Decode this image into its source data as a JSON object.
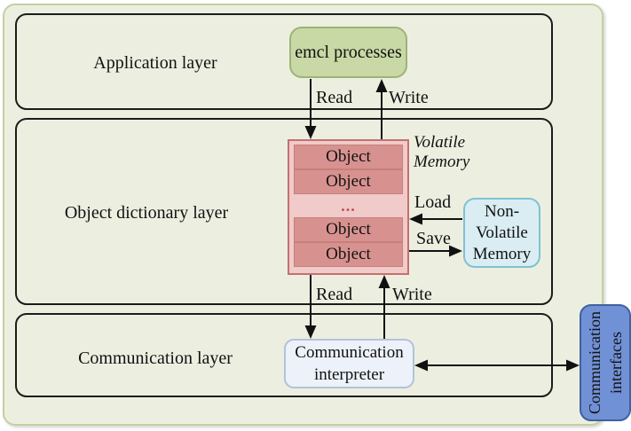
{
  "figure": {
    "layers": [
      {
        "label": "Application layer"
      },
      {
        "label": "Object dictionary layer"
      },
      {
        "label": "Communication layer"
      }
    ],
    "nodes": {
      "emcl_processes": "emcl processes",
      "volatile_memory_note": "Volatile\nMemory",
      "object_rows": [
        "Object",
        "Object",
        "...",
        "Object",
        "Object"
      ],
      "non_volatile_memory": "Non-\nVolatile\nMemory",
      "communication_interpreter": "Communication\ninterpreter",
      "communication_interfaces": "Communication\ninterfaces"
    },
    "arrow_labels": {
      "read_top": "Read",
      "write_top": "Write",
      "load": "Load",
      "save": "Save",
      "read_bottom": "Read",
      "write_bottom": "Write"
    },
    "colors": {
      "canvas_fill": "#ecefe0",
      "canvas_border": "#c2d1a0",
      "layer_border": "#1c1c1c",
      "emcl_fill": "#c8d9a5",
      "emcl_border": "#9cb377",
      "stack_fill": "#f1caca",
      "stack_border": "#c4716e",
      "object_row_fill": "#d79290",
      "object_row_border": "#c77f7c",
      "dots_color": "#c0504d",
      "non_volatile_fill": "#d9edf3",
      "non_volatile_border": "#82c0d3",
      "interpreter_fill": "#edf1f9",
      "interpreter_border": "#b3c1da",
      "interfaces_fill": "#7191d6",
      "interfaces_border": "#40619f",
      "arrow_color": "#111111"
    }
  }
}
